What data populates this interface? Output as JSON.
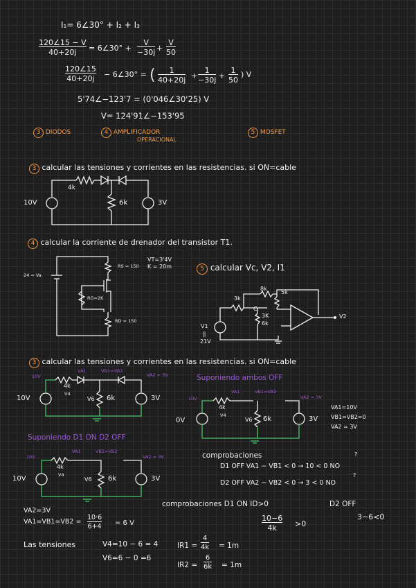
{
  "eq": {
    "l1": "I₁= 6∠30° + I₂ + I₃",
    "l2_num": "120∠15 − V",
    "l2_den": "40+20j",
    "l2_mid": "= 6∠30° +",
    "l2_v1_num": "V",
    "l2_v1_den": "−30j",
    "l2_plus": "+",
    "l2_v2_num": "V",
    "l2_v2_den": "50",
    "l3_num": "120∠15",
    "l3_den": "40+20j",
    "l3_mid": "− 6∠30° =",
    "l3_a_num": "1",
    "l3_a_den": "40+20j",
    "l3_b_num": "1",
    "l3_b_den": "−30j",
    "l3_c_num": "1",
    "l3_c_den": "50",
    "l3_end": ") V",
    "l4": "5'74∠−123'7 = (0'046∠30'25) V",
    "l5": "V= 124'91∠−153'95"
  },
  "topics": {
    "t3_num": "3",
    "t3": "DIODOS",
    "t4_num": "4",
    "t4a": "AMPLIFICADOR",
    "t4b": "OPERACIONAL",
    "t5_num": "5",
    "t5": "MOSFET"
  },
  "p3": {
    "num": "3",
    "title": "calcular las tensiones y corrientes en las resistencias. si ON=cable",
    "src1": "10V",
    "r1": "4k",
    "r2": "6k",
    "src2": "3V"
  },
  "p4": {
    "num": "4",
    "title": "calcular la corriente de drenador del transistor T1.",
    "va": "24 = Va",
    "rs": "RS = 150",
    "vt": "VT=3'4V",
    "k": "K = 20m",
    "rg": "RG=2K",
    "rd": "RD = 150"
  },
  "p5": {
    "num": "5",
    "title": "calcular Vc, V2, I1",
    "r3k_a": "3k",
    "r8k": "8k",
    "r5k": "5k",
    "c": "C",
    "r3k_b": "3K",
    "r6k": "6k",
    "v2": "V2",
    "v1a": "V1",
    "v1b": "||",
    "v1c": "21V"
  },
  "p3b": {
    "num": "3",
    "title": "calcular las tensiones y corrientes en las resistencias. si ON=cable",
    "src1": "10V",
    "va1": "VA1",
    "vb1": "VB1=VB2",
    "va2": "VA2 = 3V",
    "top10": "10V",
    "r4k": "4k",
    "v4": "V4",
    "v6": "V6",
    "r6k": "6k",
    "src2": "3V",
    "plus": "+",
    "minus": "−"
  },
  "supA": {
    "title": "Suponiendo ambos OFF",
    "va1": "VA1",
    "vb": "VB1=VB2",
    "va2": "VA2 = 3V",
    "src1": "0V",
    "top10": "10V",
    "r4k": "4k",
    "v4": "V4",
    "v6": "V6",
    "r6k": "6k",
    "src2": "3V",
    "res1": "VA1=10V",
    "res2": "VB1=VB2=0",
    "res3": "VA2 = 3V"
  },
  "supB": {
    "title": "Suponiendo D1 ON D2 OFF",
    "va1": "VA1",
    "vb": "VB1=VB2",
    "va2": "VA2 = 3V",
    "src1": "10V",
    "top10": "10V",
    "r4k": "4k",
    "v4": "V4",
    "v6": "V6",
    "r6k": "6k",
    "src2": "3V"
  },
  "comp1": {
    "title": "comprobaciones",
    "q": "?",
    "l1": "D1 OFF  VA1 − VB1 < 0 → 10 < 0  NO",
    "q2": "?",
    "l2": "D2 OFF  VA2 − VB2 < 0 → 3 < 0  NO"
  },
  "comp2": {
    "title": "comprobaciones   D1 ON  ID>0",
    "d2": "D2 OFF",
    "frac_num": "10−6",
    "frac_den": "4k",
    "gt": ">0",
    "right": "3−6<0"
  },
  "calc": {
    "va2": "VA2=3V",
    "va1_pre": "VA1=VB1=VB2 =",
    "va1_num": "10·6",
    "va1_den": "6+4",
    "va1_post": "= 6 V"
  },
  "tens": {
    "label": "Las tensiones",
    "v4": "V4=10 − 6 = 4",
    "v6": "V6=6 − 0 =6",
    "ir1_pre": "IR1 =",
    "ir1_num": "4",
    "ir1_den": "4k",
    "ir1_post": "= 1m",
    "ir2_pre": "IR2 =",
    "ir2_num": "6",
    "ir2_den": "6k",
    "ir2_post": "= 1m"
  }
}
